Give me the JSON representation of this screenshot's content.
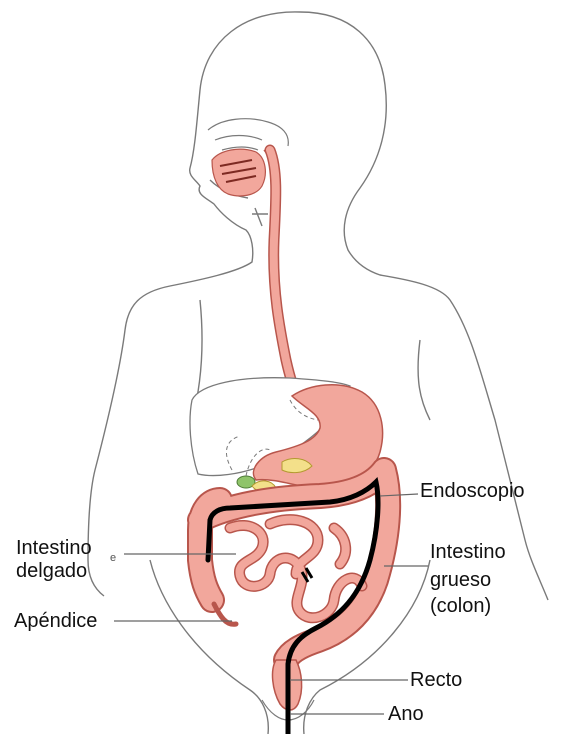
{
  "diagram": {
    "labels": {
      "endoscope": "Endoscopio",
      "small_intestine": [
        "Intestino",
        "delgado"
      ],
      "small_intestine_mark": "e",
      "large_intestine": [
        "Intestino",
        "grueso",
        "(colon)"
      ],
      "appendix": "Apéndice",
      "rectum": "Recto",
      "anus": "Ano"
    },
    "colors": {
      "outline": "#7a7a7a",
      "organ_fill": "#f2a79c",
      "organ_stroke": "#b8564c",
      "endoscope": "#000000",
      "gallbladder": "#8fc46a",
      "pancreas": "#f3e08a"
    }
  }
}
